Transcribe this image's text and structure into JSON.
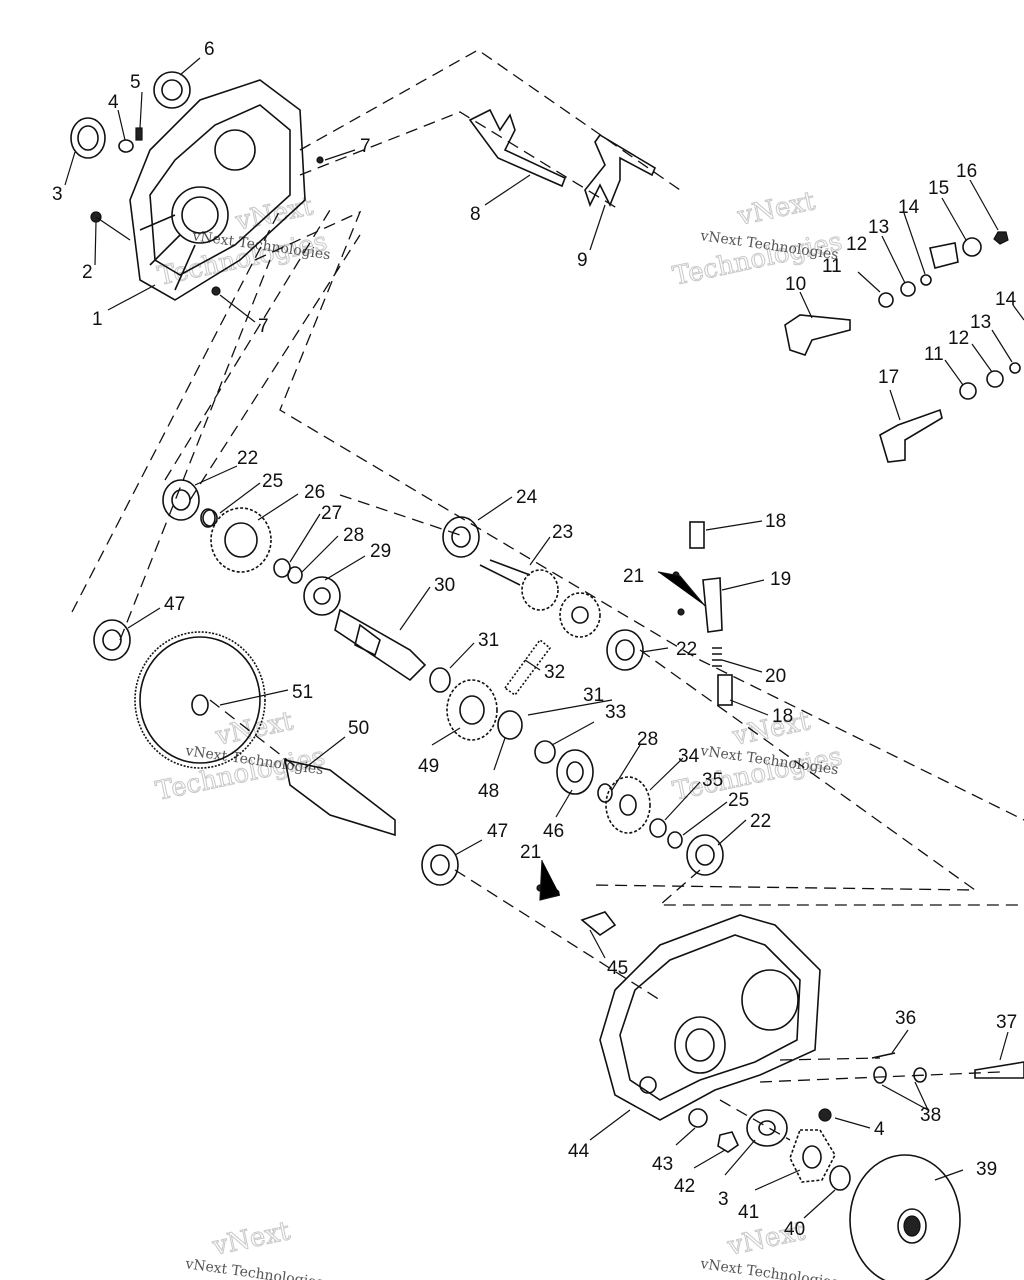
{
  "watermark": {
    "line1": "vNext Technologies",
    "outline_a": "vNext",
    "outline_b": "Technologies"
  },
  "callouts": [
    {
      "id": "c1",
      "text": "1"
    },
    {
      "id": "c2",
      "text": "2"
    },
    {
      "id": "c3",
      "text": "3"
    },
    {
      "id": "c3b",
      "text": "3"
    },
    {
      "id": "c4",
      "text": "4"
    },
    {
      "id": "c4b",
      "text": "4"
    },
    {
      "id": "c5",
      "text": "5"
    },
    {
      "id": "c6",
      "text": "6"
    },
    {
      "id": "c7",
      "text": "7"
    },
    {
      "id": "c7b",
      "text": "7"
    },
    {
      "id": "c8",
      "text": "8"
    },
    {
      "id": "c9",
      "text": "9"
    },
    {
      "id": "c10",
      "text": "10"
    },
    {
      "id": "c11",
      "text": "11"
    },
    {
      "id": "c11b",
      "text": "11"
    },
    {
      "id": "c12",
      "text": "12"
    },
    {
      "id": "c12b",
      "text": "12"
    },
    {
      "id": "c13",
      "text": "13"
    },
    {
      "id": "c13b",
      "text": "13"
    },
    {
      "id": "c14",
      "text": "14"
    },
    {
      "id": "c14b",
      "text": "14"
    },
    {
      "id": "c15",
      "text": "15"
    },
    {
      "id": "c16",
      "text": "16"
    },
    {
      "id": "c17",
      "text": "17"
    },
    {
      "id": "c18",
      "text": "18"
    },
    {
      "id": "c18b",
      "text": "18"
    },
    {
      "id": "c19",
      "text": "19"
    },
    {
      "id": "c20",
      "text": "20"
    },
    {
      "id": "c21",
      "text": "21"
    },
    {
      "id": "c21b",
      "text": "21"
    },
    {
      "id": "c22",
      "text": "22"
    },
    {
      "id": "c22b",
      "text": "22"
    },
    {
      "id": "c22c",
      "text": "22"
    },
    {
      "id": "c23",
      "text": "23"
    },
    {
      "id": "c24",
      "text": "24"
    },
    {
      "id": "c25",
      "text": "25"
    },
    {
      "id": "c25b",
      "text": "25"
    },
    {
      "id": "c26",
      "text": "26"
    },
    {
      "id": "c27",
      "text": "27"
    },
    {
      "id": "c28",
      "text": "28"
    },
    {
      "id": "c28b",
      "text": "28"
    },
    {
      "id": "c29",
      "text": "29"
    },
    {
      "id": "c30",
      "text": "30"
    },
    {
      "id": "c31",
      "text": "31"
    },
    {
      "id": "c31b",
      "text": "31"
    },
    {
      "id": "c32",
      "text": "32"
    },
    {
      "id": "c33",
      "text": "33"
    },
    {
      "id": "c34",
      "text": "34"
    },
    {
      "id": "c35",
      "text": "35"
    },
    {
      "id": "c36",
      "text": "36"
    },
    {
      "id": "c37",
      "text": "37"
    },
    {
      "id": "c38",
      "text": "38"
    },
    {
      "id": "c39",
      "text": "39"
    },
    {
      "id": "c40",
      "text": "40"
    },
    {
      "id": "c41",
      "text": "41"
    },
    {
      "id": "c42",
      "text": "42"
    },
    {
      "id": "c43",
      "text": "43"
    },
    {
      "id": "c44",
      "text": "44"
    },
    {
      "id": "c45",
      "text": "45"
    },
    {
      "id": "c46",
      "text": "46"
    },
    {
      "id": "c47",
      "text": "47"
    },
    {
      "id": "c47b",
      "text": "47"
    },
    {
      "id": "c48",
      "text": "48"
    },
    {
      "id": "c49",
      "text": "49"
    },
    {
      "id": "c50",
      "text": "50"
    },
    {
      "id": "c51",
      "text": "51"
    }
  ]
}
